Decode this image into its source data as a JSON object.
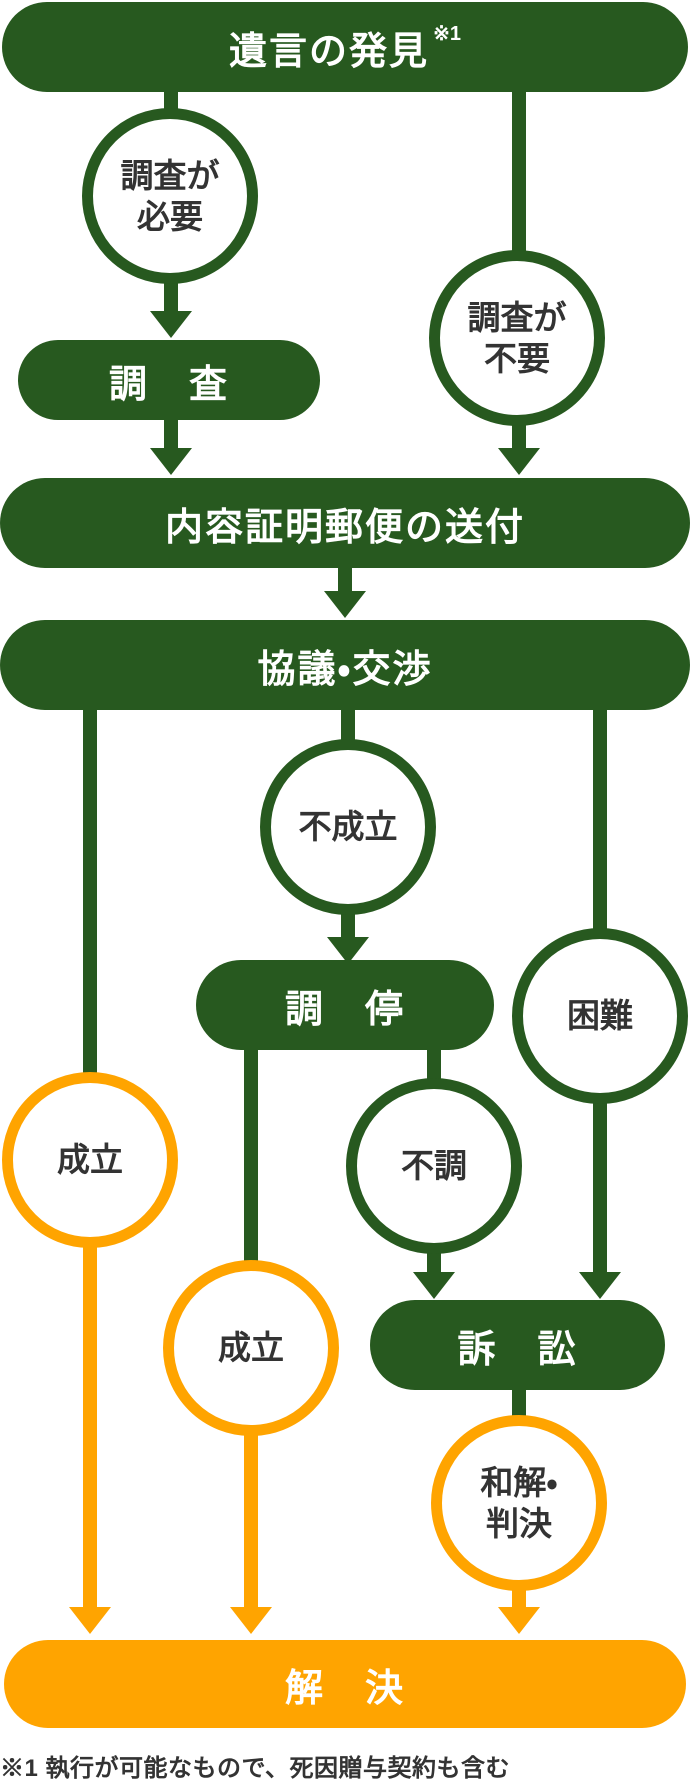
{
  "flowchart": {
    "colors": {
      "green": "#27591f",
      "orange": "#ffa400",
      "ink": "#333333"
    },
    "nodes": {
      "discovery": {
        "label": "遺言の発見",
        "footnote_ref": "※1"
      },
      "survey_needed": {
        "label": "調査が\n必要"
      },
      "survey_not_needed": {
        "label": "調査が\n不要"
      },
      "survey": {
        "label": "調　査"
      },
      "certified_mail": {
        "label": "内容証明郵便の送付"
      },
      "negotiation": {
        "label": "協議・交渉"
      },
      "not_settled": {
        "label": "不成立"
      },
      "mediation": {
        "label": "調　停"
      },
      "difficult": {
        "label": "困難"
      },
      "settled_left": {
        "label": "成立"
      },
      "settled_mid": {
        "label": "成立"
      },
      "mediation_failed": {
        "label": "不調"
      },
      "lawsuit": {
        "label": "訴　訟"
      },
      "settlement_judgment": {
        "label": "和解・\n判決"
      },
      "resolution": {
        "label": "解　決"
      }
    },
    "footnote": "※1 執行が可能なもので、死因贈与契約も含む"
  }
}
